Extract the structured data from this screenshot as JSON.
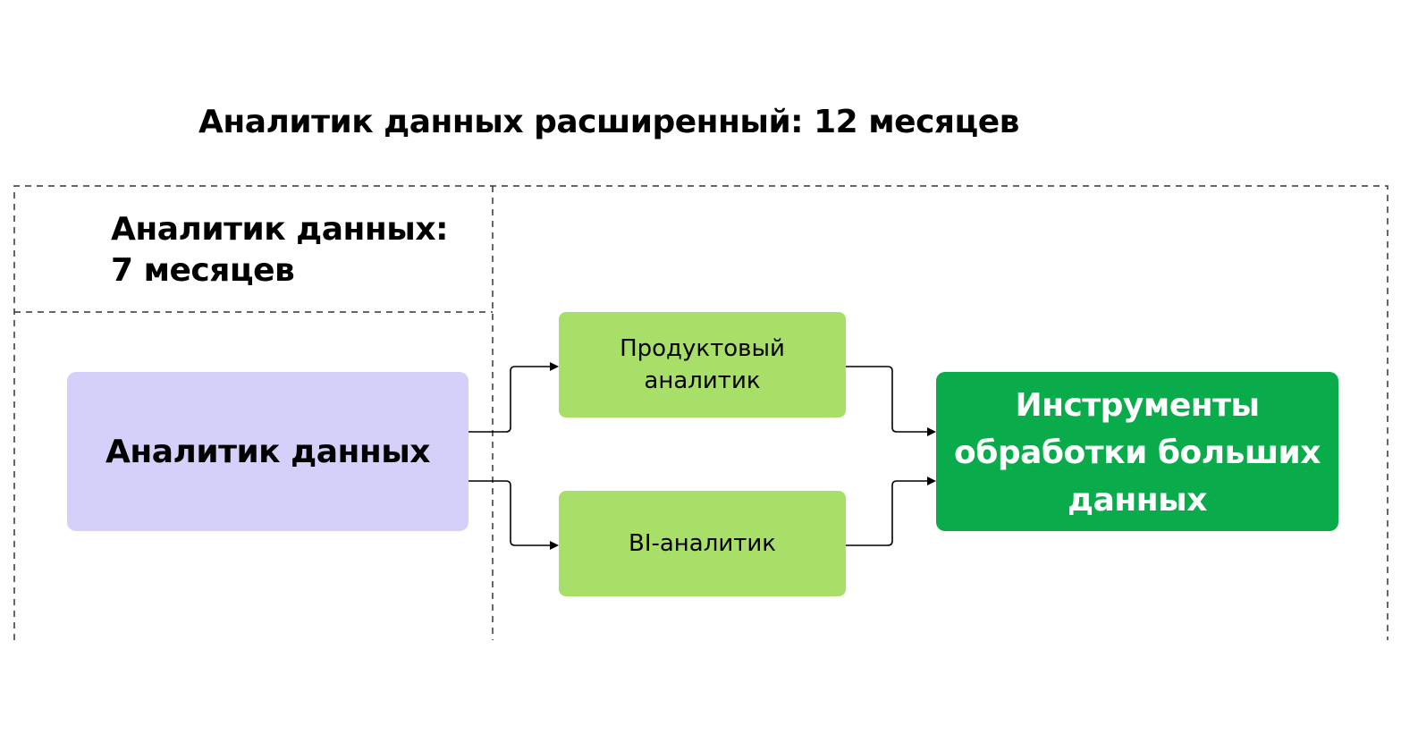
{
  "title_main": "Аналитик данных расширенный: 12 месяцев",
  "title_sub_line1": "Аналитик данных:",
  "title_sub_line2": "7 месяцев",
  "boxes": {
    "analyst": "Аналитик данных",
    "product_line1": "Продуктовый",
    "product_line2": "аналитик",
    "bi": "BI-аналитик",
    "tools_line1": "Инструменты",
    "tools_line2": "обработки больших",
    "tools_line3": "данных"
  },
  "colors": {
    "analyst_box": "#d4d0fa",
    "specialization_box": "#a8df68",
    "tools_box": "#0aab4b",
    "tools_text": "#ffffff",
    "frame_line": "#333333",
    "connector": "#000000"
  }
}
